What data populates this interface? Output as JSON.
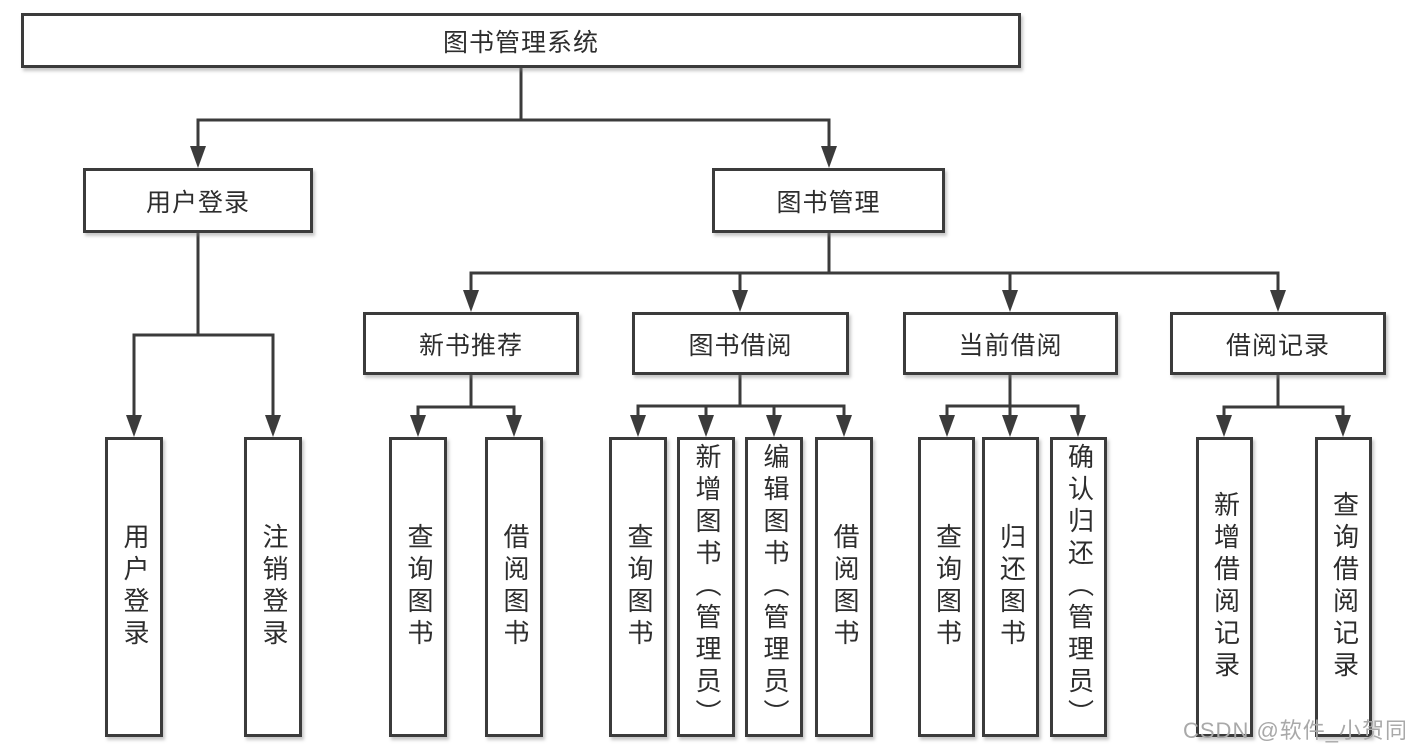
{
  "title": "图书管理系统",
  "tree": {
    "root": {
      "label": "图书管理系统"
    },
    "branches": [
      {
        "label": "用户登录",
        "children": [
          {
            "label": "用户登录"
          },
          {
            "label": "注销登录"
          }
        ]
      },
      {
        "label": "图书管理",
        "children": [
          {
            "label": "新书推荐",
            "children": [
              {
                "label": "查询图书"
              },
              {
                "label": "借阅图书"
              }
            ]
          },
          {
            "label": "图书借阅",
            "children": [
              {
                "label": "查询图书"
              },
              {
                "label": "新增图书（管理员）"
              },
              {
                "label": "编辑图书（管理员）"
              },
              {
                "label": "借阅图书"
              }
            ]
          },
          {
            "label": "当前借阅",
            "children": [
              {
                "label": "查询图书"
              },
              {
                "label": "归还图书"
              },
              {
                "label": "确认归还（管理员）"
              }
            ]
          },
          {
            "label": "借阅记录",
            "children": [
              {
                "label": "新增借阅记录"
              },
              {
                "label": "查询借阅记录"
              }
            ]
          }
        ]
      }
    ]
  },
  "watermark": "CSDN @软件_小贺同学",
  "colors": {
    "line": "#3b3b3b",
    "text": "#2d2d2d",
    "box_background": "#ffffff",
    "watermark": "#a9a9a9",
    "background": "#ffffff"
  }
}
